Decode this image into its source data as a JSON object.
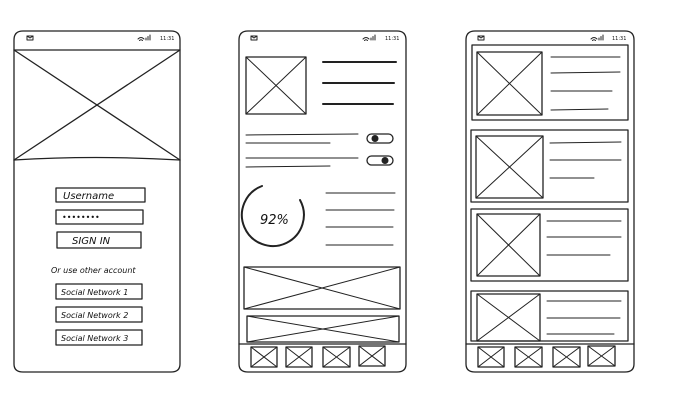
{
  "phones": [
    {
      "status": {
        "time": "11:31"
      },
      "login": {
        "username_label": "Username",
        "password_mask": "••••••••",
        "signin_label": "SIGN IN",
        "alt_label": "Or use other account",
        "social_buttons": [
          "Social Network 1",
          "Social Network 2",
          "Social Network 3"
        ]
      }
    },
    {
      "status": {
        "time": "11:31"
      },
      "progress": {
        "label": "92%",
        "value": 0.92
      },
      "toggles": [
        true,
        true
      ]
    },
    {
      "status": {
        "time": "11:31"
      }
    }
  ],
  "icons": {
    "status": [
      "mail-icon",
      "wifi-icon",
      "signal-icon"
    ],
    "placeholder": "image-placeholder-icon"
  }
}
